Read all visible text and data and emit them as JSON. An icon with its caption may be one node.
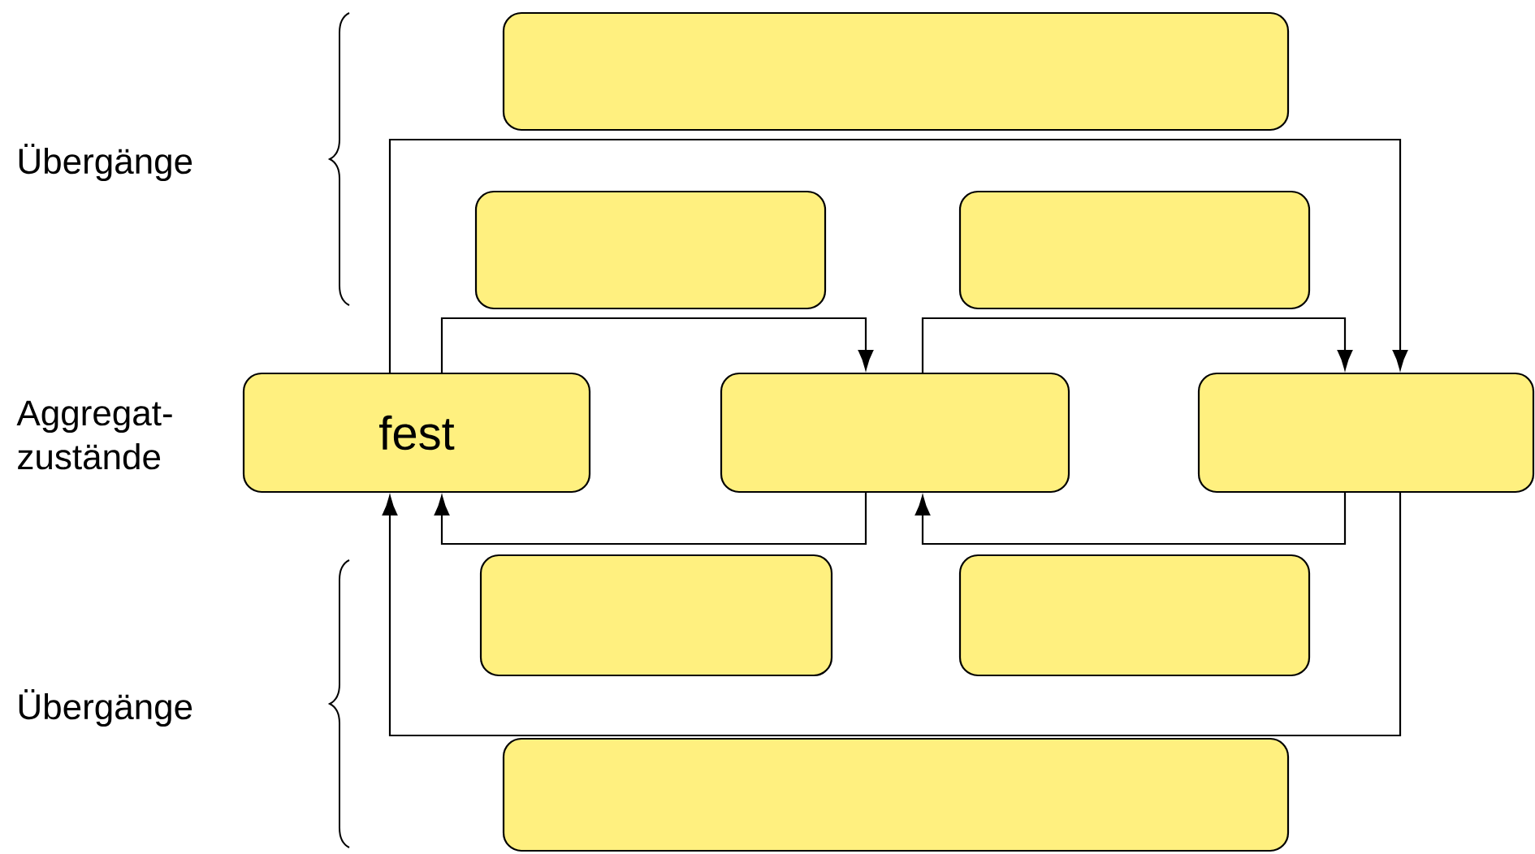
{
  "diagram": {
    "nodes": [
      {
        "text": [],
        "shape": "box"
      },
      {
        "text": [],
        "shape": "box"
      },
      {
        "text": [],
        "shape": "box"
      },
      {
        "text": [
          "fest"
        ]
      },
      {
        "text": [],
        "shape": "box"
      },
      {
        "text": [],
        "shape": "box"
      },
      {
        "text": [],
        "shape": "box"
      },
      {
        "text": [],
        "shape": "box"
      },
      {
        "text": [],
        "shape": "box"
      }
    ],
    "edges": [
      {
        "from": 3,
        "to": 5,
        "arrow": "to"
      },
      {
        "from": 3,
        "to": 4,
        "arrow": "to"
      },
      {
        "from": 4,
        "to": 5,
        "arrow": "to"
      },
      {
        "from": 4,
        "to": 3,
        "arrow": "to"
      },
      {
        "from": 5,
        "to": 4,
        "arrow": "to"
      },
      {
        "from": 5,
        "to": 3,
        "arrow": "to"
      }
    ],
    "labels": [
      "Übergänge",
      "Aggregat- zustände",
      "Übergänge"
    ]
  }
}
